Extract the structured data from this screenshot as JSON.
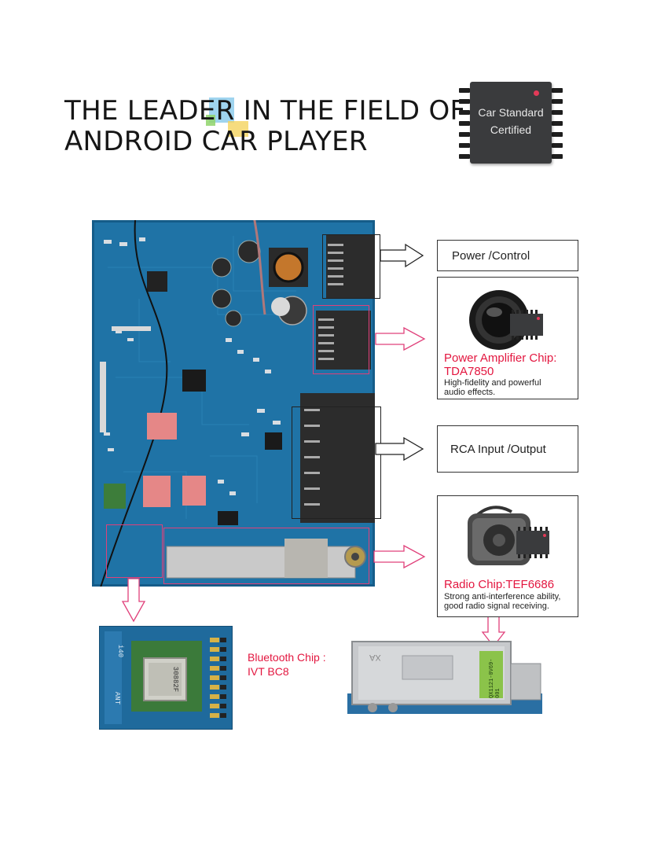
{
  "headline": {
    "line1": "THE LEADER IN THE FIELD OF",
    "line2": "ANDROID CAR PLAYER"
  },
  "certified_chip": {
    "line1": "Car Standard",
    "line2": "Certified"
  },
  "callouts": {
    "power_control": "Power /Control",
    "amplifier_title": "Power Amplifier Chip:",
    "amplifier_model": "TDA7850",
    "amplifier_desc1": "High-fidelity and powerful",
    "amplifier_desc2": "audio effects.",
    "rca": "RCA Input /Output",
    "radio_title": "Radio Chip:TEF6686",
    "radio_desc1": "Strong anti-interference ability,",
    "radio_desc2": "good radio signal receiving.",
    "bluetooth_line1": "Bluetooth Chip :",
    "bluetooth_line2": "IVT BC8"
  },
  "board_marks": {
    "bt_module_id": "30882F",
    "bt_ant": "ANT",
    "bt_code": "i40",
    "tuner_label": "QX1121-0V69-001",
    "tuner_brand": "XA"
  },
  "colors": {
    "accent_red": "#e3163f",
    "pcb_blue": "#1f73a6",
    "arrow_pink": "#e0407a"
  }
}
